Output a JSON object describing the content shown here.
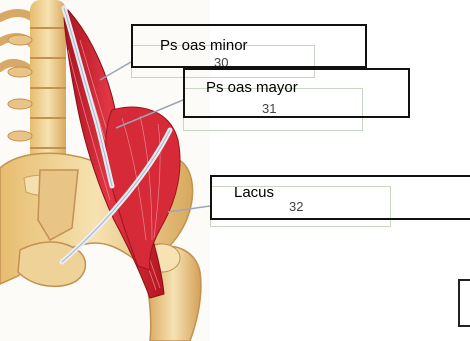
{
  "labels": {
    "psoas_minor": {
      "text": "Ps oas minor",
      "number": "30"
    },
    "psoas_mayor": {
      "text": "Ps oas mayor",
      "number": "31"
    },
    "lacus": {
      "text": "Lacus",
      "number": "32"
    }
  },
  "colors": {
    "muscle": "#d92a3a",
    "muscle_dark": "#a8141f",
    "bone": "#f0d79a",
    "bone_shadow": "#cda460",
    "tendon": "#dfe6ee"
  }
}
